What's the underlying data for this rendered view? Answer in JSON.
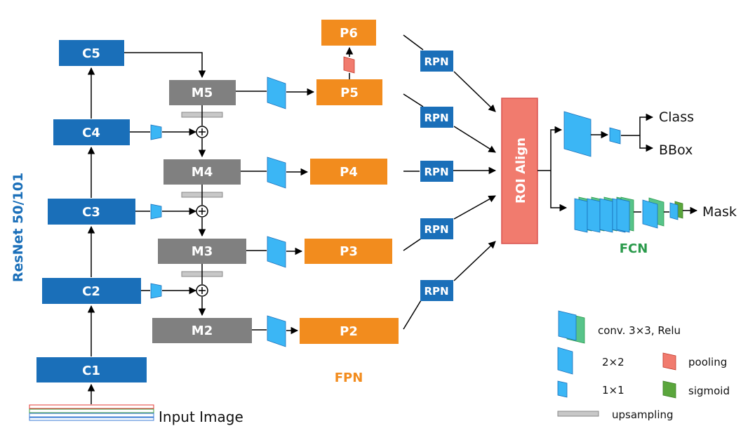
{
  "backbone": {
    "title": "ResNet 50/101",
    "blocks": {
      "c1": "C1",
      "c2": "C2",
      "c3": "C3",
      "c4": "C4",
      "c5": "C5"
    },
    "input_label": "Input Image"
  },
  "fpn": {
    "title": "FPN",
    "merge": {
      "m2": "M2",
      "m3": "M3",
      "m4": "M4",
      "m5": "M5"
    },
    "outputs": {
      "p2": "P2",
      "p3": "P3",
      "p4": "P4",
      "p5": "P5",
      "p6": "P6"
    }
  },
  "rpn": {
    "label": "RPN"
  },
  "roi": {
    "label": "ROI Align"
  },
  "heads": {
    "class": "Class",
    "bbox": "BBox",
    "mask": "Mask",
    "fcn": "FCN"
  },
  "legend": {
    "conv": "conv. 3×3, Relu",
    "conv2": "2×2",
    "conv1": "1×1",
    "pooling": "pooling",
    "sigmoid": "sigmoid",
    "upsampling": "upsampling"
  },
  "colors": {
    "backbone_blue": "#1a6fb9",
    "merge_gray": "#808080",
    "fpn_orange": "#f28c1e",
    "roi_red": "#f17b6e",
    "conv_blue": "#3bb6f5",
    "conv_green": "#57c48a",
    "sigmoid_green": "#5aa63c",
    "fcn_green": "#2a9a4b",
    "upsample_gray": "#c8c8c8"
  }
}
